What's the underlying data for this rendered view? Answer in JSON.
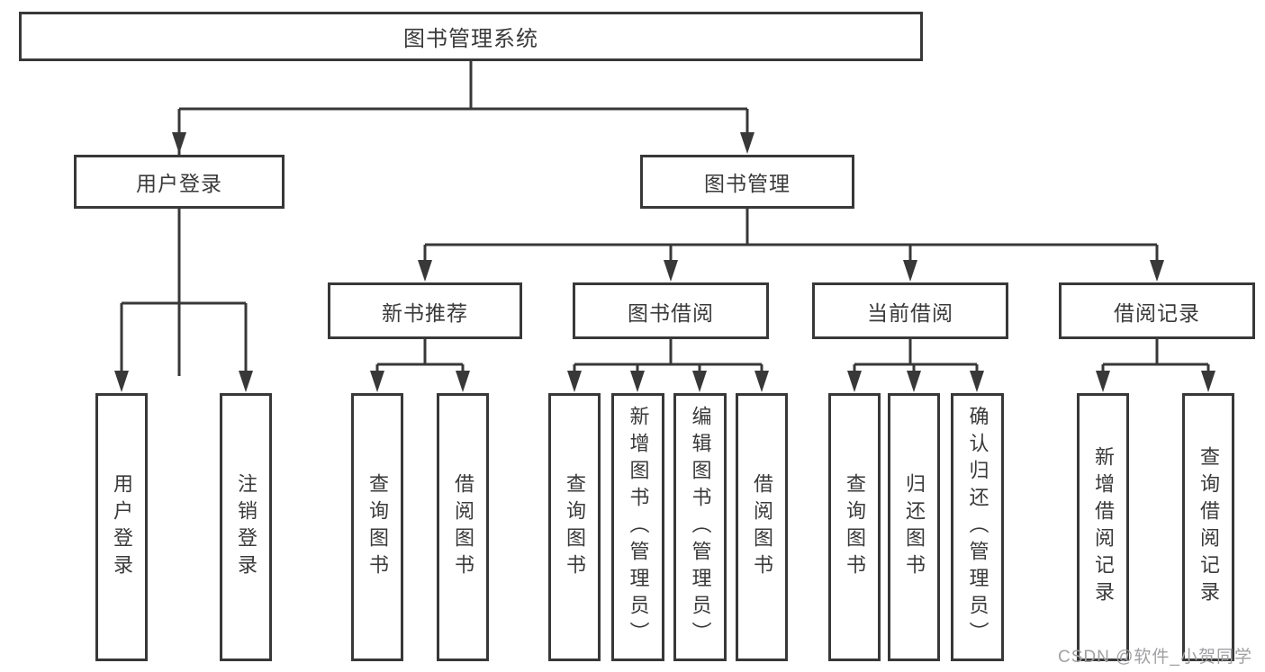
{
  "tree": {
    "label": "图书管理系统",
    "children": [
      {
        "label": "用户登录",
        "children": [
          {
            "label": "用户登录"
          },
          {
            "label": "注销登录"
          }
        ]
      },
      {
        "label": "图书管理",
        "children": [
          {
            "label": "新书推荐",
            "children": [
              {
                "label": "查询图书"
              },
              {
                "label": "借阅图书"
              }
            ]
          },
          {
            "label": "图书借阅",
            "children": [
              {
                "label": "查询图书"
              },
              {
                "label": "新增图书（管理员）"
              },
              {
                "label": "编辑图书（管理员）"
              },
              {
                "label": "借阅图书"
              }
            ]
          },
          {
            "label": "当前借阅",
            "children": [
              {
                "label": "查询图书"
              },
              {
                "label": "归还图书"
              },
              {
                "label": "确认归还（管理员）"
              }
            ]
          },
          {
            "label": "借阅记录",
            "children": [
              {
                "label": "新增借阅记录"
              },
              {
                "label": "查询借阅记录"
              }
            ]
          }
        ]
      }
    ]
  },
  "watermark": {
    "text": "CSDN @软件_小贺同学"
  },
  "colors": {
    "line": "#383838",
    "text": "#3a3a3a",
    "watermark": "#a0a0a3",
    "bg": "#ffffff"
  }
}
